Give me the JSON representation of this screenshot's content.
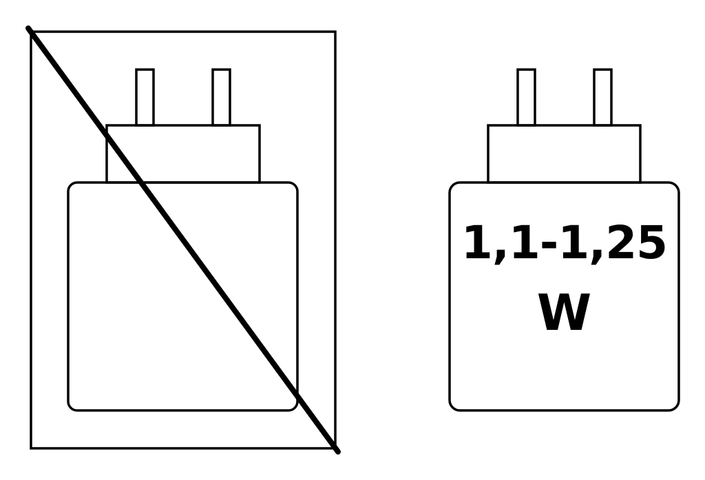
{
  "diagram": {
    "left_panel": {
      "description": "Charger crossed out (not included)",
      "crossed_out": true
    },
    "right_panel": {
      "description": "Charger with power rating",
      "power_range": "1,1-1,25",
      "unit": "W"
    }
  },
  "colors": {
    "stroke": "#000000",
    "background": "#ffffff"
  }
}
